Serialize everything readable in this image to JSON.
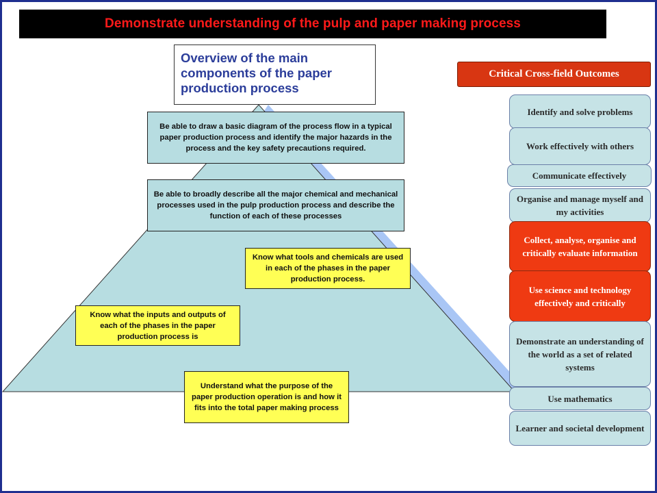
{
  "title": "Demonstrate understanding of the pulp and paper making process",
  "overview": "Overview of the main components of the paper production process",
  "pyramid_boxes": [
    "Be able to draw a basic diagram of the process flow in a typical paper production process and identify the major hazards in the process and the key safety precautions required.",
    "Be able to broadly describe all the major chemical and mechanical processes used in the pulp production process and describe the function of each of these processes",
    "Know what tools and chemicals are used in each of the phases in the paper production process.",
    "Know what the inputs and outputs of each of the phases in the paper production process is",
    "Understand what the purpose of the paper production operation is and how it fits into the total paper making process"
  ],
  "critical_outcomes": {
    "header": "Critical Cross-field Outcomes",
    "items": [
      {
        "label": "Identify and solve problems",
        "highlighted": false
      },
      {
        "label": "Work effectively with others",
        "highlighted": false
      },
      {
        "label": "Communicate effectively",
        "highlighted": false
      },
      {
        "label": "Organise and manage myself and my activities",
        "highlighted": false
      },
      {
        "label": "Collect, analyse, organise and critically evaluate information",
        "highlighted": true
      },
      {
        "label": "Use science and technology effectively and critically",
        "highlighted": true
      },
      {
        "label": "Demonstrate an understanding of the world as a set of related systems",
        "highlighted": false
      },
      {
        "label": "Use mathematics",
        "highlighted": false
      },
      {
        "label": "Learner and societal development",
        "highlighted": false
      }
    ]
  },
  "colors": {
    "title_text": "#ff1a1a",
    "title_bg": "#000000",
    "pyramid_fill": "#b7dde1",
    "pyramid_shadow": "#a9c6f5",
    "yellow_box": "#ffff55",
    "highlight_red": "#ef3a12",
    "frame": "#1f2f8f"
  }
}
